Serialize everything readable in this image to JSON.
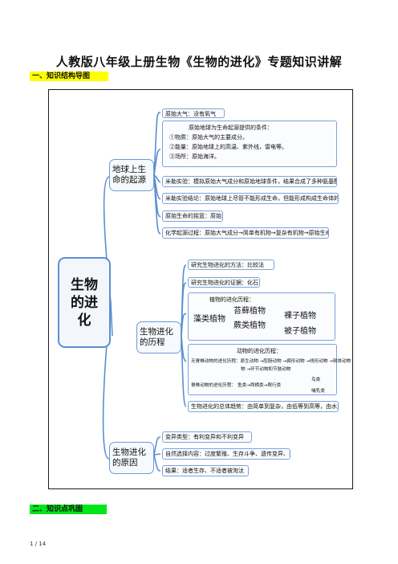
{
  "title": "人教版八年级上册生物《生物的进化》专题知识讲解",
  "section1": {
    "label": "一、知识结构导图",
    "highlight": "#ffff00"
  },
  "section2": {
    "label": "二、知识点巩固",
    "highlight": "#00e61a"
  },
  "footer": {
    "page": "1 / 14"
  },
  "mindmap": {
    "root": "生物的进化",
    "branch_color": "#5b8fd0",
    "branches": {
      "origin": {
        "label": "地球上生命的起源",
        "items": {
          "atmosphere": "原始大气：没有氧气",
          "conditions_title": "原始地球为生命起源提供的条件：",
          "conditions": [
            "①物质：原始大气的主要成分。",
            "②能量：原始地球上的高温、紫外线，雷电等。",
            "③场所：原始海洋。"
          ],
          "miller": "米勒实验：模拟原始大气成分和原始地球条件，结果合成了多种氨基酸",
          "miller_conclusion": "米勒实验结论：原始地球上尽管不能形成生命，但能形成构成生命体的有机物",
          "cradle": "原始生命的摇篮：原始海洋",
          "process": "化学起源过程：原始大气成分→简单有机物→复杂有机物→原始生命"
        }
      },
      "history": {
        "label": "生物进化的历程",
        "items": {
          "method": "研究生物进化的方法：比较法",
          "evidence": "研究生物进化的证据：化石",
          "plant_title": "植物的进化历程：",
          "plants": {
            "algae": "藻类植物",
            "moss": "苔藓植物",
            "fern": "蕨类植物",
            "gymno": "裸子植物",
            "angio": "被子植物"
          },
          "animal_title": "动物的进化历程：",
          "animal_line1": "无脊椎动物的进化历程：原生动物 →腔肠动物 →扁形动物 →线形动物 →软体动物",
          "animal_line2": "物 →环节动物和节肢动物",
          "vertebrate_label": "脊椎动物的进化历程：",
          "vertebrate_chain": "鱼类→两栖类→爬行类",
          "vertebrate_birds": "鸟类",
          "vertebrate_mammals": "哺乳类",
          "trend": "生物进化的总体趋势：由简单到复杂，由低等到高等，由水生到陆生。"
        }
      },
      "cause": {
        "label": "生物进化的原因",
        "items": {
          "variation": "变异类型：有利变异和不利变异",
          "selection": "自然选择内容：过度繁殖、生存斗争、遗传变异、适者生存",
          "result": "结果：适者生存、不适者被淘汰"
        }
      }
    }
  }
}
